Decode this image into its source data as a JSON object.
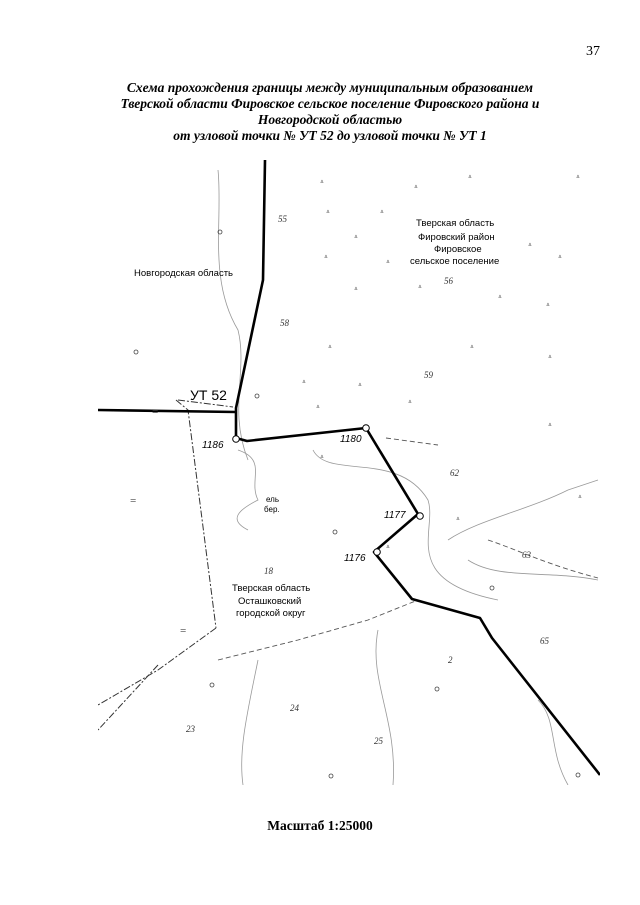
{
  "page_number": "37",
  "title_lines": [
    "Схема прохождения границы между муниципальным образованием",
    "Тверской области Фировское сельское поселение Фировского района и",
    "Новгородской областью",
    "от узловой точки № УТ 52 до узловой точки № УТ 1"
  ],
  "regions": {
    "novgorod": "Новгородская область",
    "firovo_1": "Тверская область",
    "firovo_2": "Фировский район",
    "firovo_3": "Фировское",
    "firovo_4": "сельское поселение",
    "ostash_1": "Тверская область",
    "ostash_2": "Осташковский",
    "ostash_3": "городской округ"
  },
  "node_label": "УТ 52",
  "points": [
    "1186",
    "1180",
    "1177",
    "1176"
  ],
  "quarters": [
    "55",
    "56",
    "58",
    "59",
    "62",
    "63",
    "65",
    "18",
    "2",
    "23",
    "24",
    "25"
  ],
  "misc": {
    "bereg": "бер.",
    "el": "ель"
  },
  "scale": "Масштаб 1:25000"
}
